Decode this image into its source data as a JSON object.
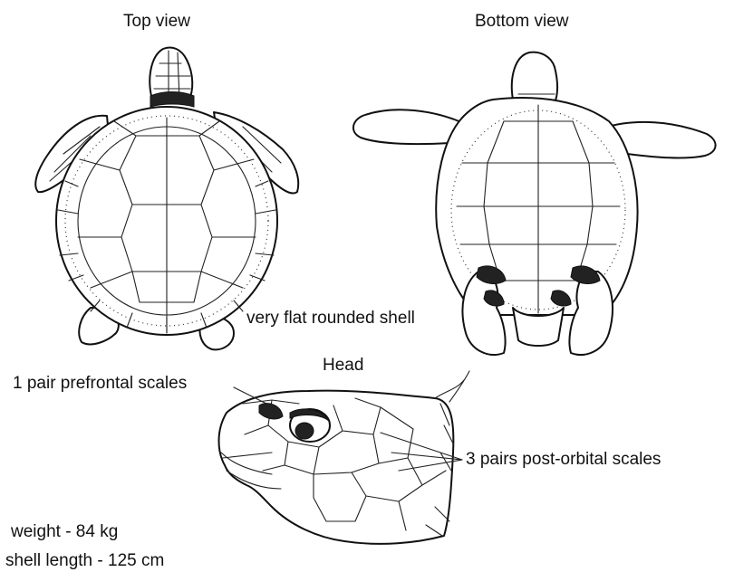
{
  "labels": {
    "top_view": "Top view",
    "bottom_view": "Bottom  view",
    "shell_note": "very flat rounded shell",
    "head": "Head",
    "prefrontal": "1 pair prefrontal scales",
    "postorbital": "3 pairs post-orbital scales",
    "weight": "weight - 84 kg",
    "shell_length": "shell length - 125 cm"
  },
  "colors": {
    "ink": "#111111",
    "background": "#ffffff"
  }
}
